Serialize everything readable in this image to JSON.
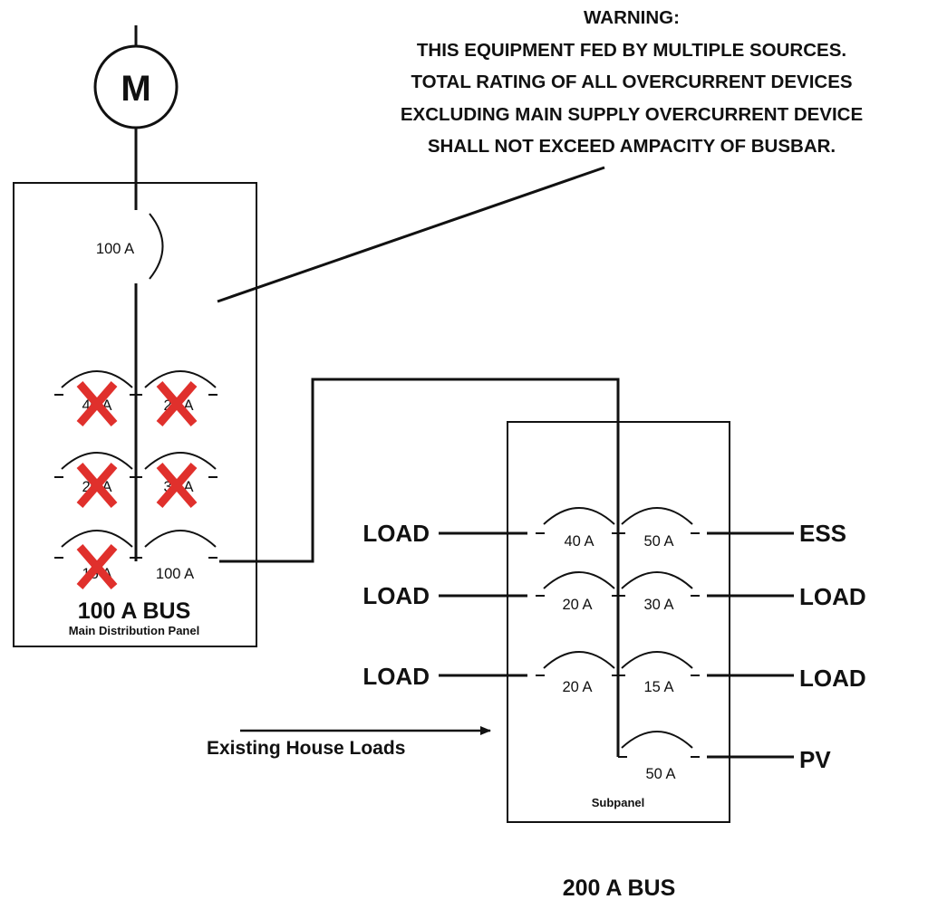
{
  "warning": {
    "lines": [
      "WARNING:",
      "THIS EQUIPMENT FED BY MULTIPLE SOURCES.",
      "TOTAL RATING OF ALL OVERCURRENT DEVICES",
      "EXCLUDING MAIN SUPPLY OVERCURRENT DEVICE",
      "SHALL NOT EXCEED AMPACITY OF BUSBAR."
    ]
  },
  "meter": {
    "label": "M"
  },
  "main_panel": {
    "main_breaker": "100 A",
    "bus_label": "100 A BUS",
    "name": "Main Distribution Panel",
    "breakers": [
      {
        "label": "40 A",
        "removed": true
      },
      {
        "label": "20 A",
        "removed": true
      },
      {
        "label": "20 A",
        "removed": true
      },
      {
        "label": "30 A",
        "removed": true
      },
      {
        "label": "15 A",
        "removed": true
      },
      {
        "label": "100 A",
        "removed": false
      }
    ]
  },
  "subpanel": {
    "name": "Subpanel",
    "bus_label": "200 A BUS",
    "breakers": [
      {
        "label": "40 A",
        "circuit": "LOAD"
      },
      {
        "label": "50 A",
        "circuit": "ESS"
      },
      {
        "label": "20 A",
        "circuit": "LOAD"
      },
      {
        "label": "30 A",
        "circuit": "LOAD"
      },
      {
        "label": "20 A",
        "circuit": "LOAD"
      },
      {
        "label": "15 A",
        "circuit": "LOAD"
      },
      {
        "label": "50 A",
        "circuit": "PV"
      }
    ]
  },
  "existing_loads_label": "Existing House Loads",
  "colors": {
    "line": "#111111",
    "removed_mark": "#e0302c",
    "background": "#ffffff"
  }
}
